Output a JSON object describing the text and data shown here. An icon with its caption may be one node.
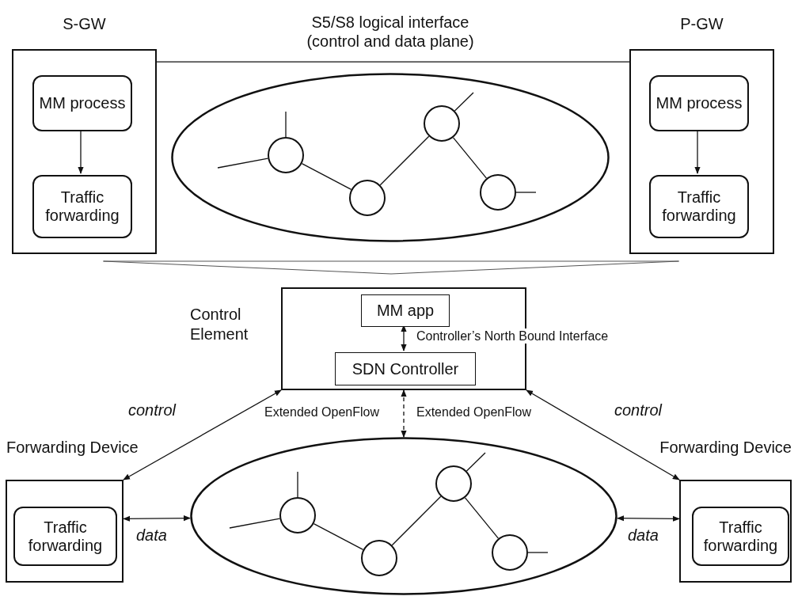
{
  "diagram": {
    "nodes": [
      {
        "text": [
          "S-GW"
        ]
      },
      {
        "text": [
          "MM process"
        ],
        "in": 0
      },
      {
        "text": [
          "Traffic forwarding"
        ],
        "in": 0
      },
      {
        "text": [
          "P-GW"
        ]
      },
      {
        "text": [
          "MM process"
        ],
        "in": 3
      },
      {
        "text": [
          "Traffic forwarding"
        ],
        "in": 3
      },
      {
        "text": [],
        "shape": "ellipse"
      },
      {
        "text": [],
        "shape": "circle",
        "in": 6
      },
      {
        "text": [],
        "shape": "circle",
        "in": 6
      },
      {
        "text": [],
        "shape": "circle",
        "in": 6
      },
      {
        "text": [],
        "shape": "circle",
        "in": 6
      },
      {
        "text": [
          "Control Element"
        ]
      },
      {
        "text": [
          "MM app"
        ],
        "in": 11
      },
      {
        "text": [
          "SDN Controller"
        ],
        "in": 11
      },
      {
        "text": [
          "Forwarding Device"
        ]
      },
      {
        "text": [
          "Traffic forwarding"
        ],
        "in": 14
      },
      {
        "text": [
          "Forwarding Device"
        ]
      },
      {
        "text": [
          "Traffic forwarding"
        ],
        "in": 16
      },
      {
        "text": [],
        "shape": "ellipse"
      },
      {
        "text": [],
        "shape": "circle",
        "in": 18
      },
      {
        "text": [],
        "shape": "circle",
        "in": 18
      },
      {
        "text": [],
        "shape": "circle",
        "in": 18
      },
      {
        "text": [],
        "shape": "circle",
        "in": 18
      },
      {
        "text": [],
        "shape": "triangle"
      }
    ],
    "edges": [
      {
        "from": 1,
        "to": 2,
        "arrow": "to"
      },
      {
        "from": 4,
        "to": 5,
        "arrow": "to"
      },
      {
        "from": 0,
        "to": 3,
        "arrow": "none",
        "label": "S5/S8 logical interface (control and data plane)"
      },
      {
        "from": 7,
        "to": 8,
        "arrow": "none"
      },
      {
        "from": 8,
        "to": 9,
        "arrow": "none"
      },
      {
        "from": 9,
        "to": 10,
        "arrow": "none"
      },
      {
        "from": 7,
        "to": null,
        "arrow": "none"
      },
      {
        "from": 7,
        "to": null,
        "arrow": "none"
      },
      {
        "from": 9,
        "to": null,
        "arrow": "none"
      },
      {
        "from": 10,
        "to": null,
        "arrow": "none"
      },
      {
        "from": 19,
        "to": 20,
        "arrow": "none"
      },
      {
        "from": 20,
        "to": 21,
        "arrow": "none"
      },
      {
        "from": 21,
        "to": 22,
        "arrow": "none"
      },
      {
        "from": 19,
        "to": null,
        "arrow": "none"
      },
      {
        "from": 19,
        "to": null,
        "arrow": "none"
      },
      {
        "from": 21,
        "to": null,
        "arrow": "none"
      },
      {
        "from": 22,
        "to": null,
        "arrow": "none"
      },
      {
        "from": 12,
        "to": 13,
        "arrow": "both",
        "label": "Controller’s North Bound Interface"
      },
      {
        "from": 11,
        "to": 18,
        "arrow": "both",
        "style": "dashed",
        "label": "Extended OpenFlow"
      },
      {
        "from": 14,
        "to": 11,
        "arrow": "both",
        "label": "control"
      },
      {
        "from": 11,
        "to": 16,
        "arrow": "both",
        "label": "control"
      },
      {
        "from": 14,
        "to": 18,
        "arrow": "both",
        "label": "data"
      },
      {
        "from": 18,
        "to": 16,
        "arrow": "both",
        "label": "data"
      }
    ],
    "labels": [
      "Extended OpenFlow"
    ]
  }
}
